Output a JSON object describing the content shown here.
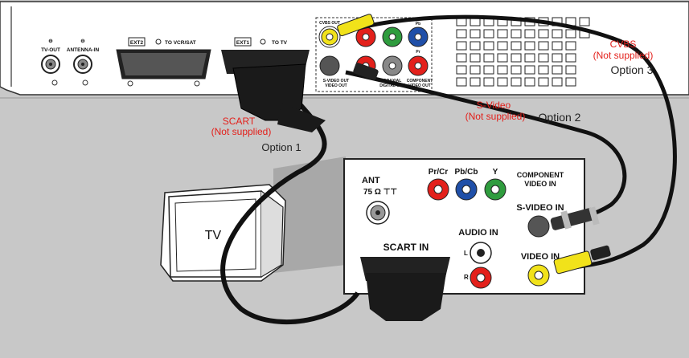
{
  "colors": {
    "background": "#c8c8c8",
    "panel": "#ffffff",
    "callout_red": "#e3201b",
    "cable": "#111111",
    "rca_yellow": "#f1e21a",
    "rca_red": "#e3201b",
    "rca_green": "#2f9c3e",
    "rca_blue": "#1f4fa8"
  },
  "player": {
    "tv_out": "TV-OUT",
    "antenna_in": "ANTENNA-IN",
    "ext2": "EXT2",
    "to_vcr_sat": "TO VCR/SAT",
    "ext1": "EXT1",
    "to_tv": "TO TV",
    "cvbs_out": "CVBS OUT",
    "pb": "Pb",
    "pr": "Pr",
    "svideo_out": "S-VIDEO OUT",
    "video_out": "VIDEO OUT",
    "coaxial": "COAXIAL",
    "digital_out": "DIGITAL OUT",
    "component": "COMPONENT",
    "video_out2": "VIDEO OUT"
  },
  "tv": {
    "label": "TV",
    "ant_label": "ANT",
    "ant_value": "75 Ω ⊤⊤",
    "pr_cr": "Pr/Cr",
    "pb_cb": "Pb/Cb",
    "y": "Y",
    "component_line1": "COMPONENT",
    "component_line2": "VIDEO IN",
    "svideo_in": "S-VIDEO IN",
    "scart_in": "SCART IN",
    "audio_in": "AUDIO IN",
    "l": "L",
    "r": "R",
    "video_in": "VIDEO IN"
  },
  "callouts": {
    "scart_line1": "SCART",
    "scart_line2": "(Not supplied)",
    "option1": "Option 1",
    "svideo_line1": "S-Video",
    "svideo_line2": "(Not supplied)",
    "option2": "Option 2",
    "cvbs_line1": "CVBS",
    "cvbs_line2": "(Not supplied)",
    "option3": "Option 3"
  }
}
